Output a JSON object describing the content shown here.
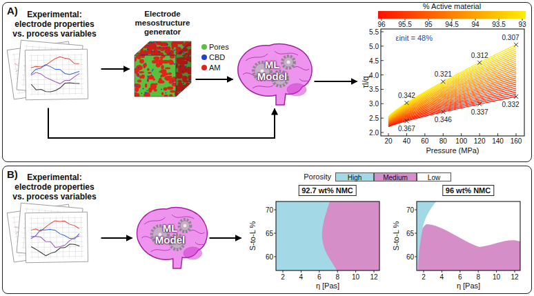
{
  "diagram": {
    "nodes": [
      {
        "text": [
          "A)"
        ]
      },
      {
        "text": [
          "Experimental: electrode properties vs. process variables"
        ],
        "in": 0
      },
      {
        "text": [
          "Electrode mesostructure generator"
        ],
        "in": 0
      },
      {
        "text": [
          "ML Model"
        ],
        "in": 0
      },
      {
        "text": [
          "εinit = 48%"
        ],
        "in": 0
      },
      {
        "text": [
          "B)"
        ]
      },
      {
        "text": [
          "Experimental: electrode properties vs. process variables"
        ],
        "in": 5
      },
      {
        "text": [
          "ML Model"
        ],
        "in": 5
      },
      {
        "text": [
          "92.7 wt% NMC"
        ],
        "in": 5
      },
      {
        "text": [
          "96 wt% NMC"
        ],
        "in": 5
      }
    ],
    "edges": [
      {
        "from": 1,
        "to": 2,
        "arrow": "to"
      },
      {
        "from": 2,
        "to": 3,
        "arrow": "to"
      },
      {
        "from": 3,
        "to": 4,
        "arrow": "to"
      },
      {
        "from": 1,
        "to": 3,
        "arrow": "to"
      },
      {
        "from": 6,
        "to": 7,
        "arrow": "to"
      },
      {
        "from": 7,
        "to": 8,
        "arrow": "to"
      }
    ],
    "labels": [
      "% Active material",
      "96",
      "95.5",
      "95",
      "94.5",
      "94",
      "93.5",
      "93",
      "τl/q",
      "5.5",
      "5.0",
      "4.5",
      "4.0",
      "3.5",
      "3.0",
      "2.5",
      "2.0",
      "20",
      "40",
      "60",
      "80",
      "100",
      "120",
      "140",
      "160",
      "Pressure (MPa)",
      "0.342",
      "0.321",
      "0.312",
      "0.307",
      "0.367",
      "0.346",
      "0.337",
      "0.332",
      "Porosity",
      "S-to-L %",
      "70",
      "65",
      "60",
      "2",
      "4",
      "6",
      "8",
      "10",
      "12",
      "η [Pas]",
      "S-to-L %",
      "70",
      "65",
      "60",
      "2",
      "4",
      "6",
      "8",
      "10",
      "12",
      "η [Pas]"
    ],
    "legend": [
      {
        "text": "Pores",
        "color": "#58c23f"
      },
      {
        "text": "CBD",
        "color": "#2340c8"
      },
      {
        "text": "AM",
        "color": "#e2231a"
      },
      {
        "text": "High",
        "color": "#a3d9e6"
      },
      {
        "text": "Medium",
        "color": "#d58ec8"
      },
      {
        "text": "Low",
        "color": "#ffffff"
      }
    ]
  }
}
